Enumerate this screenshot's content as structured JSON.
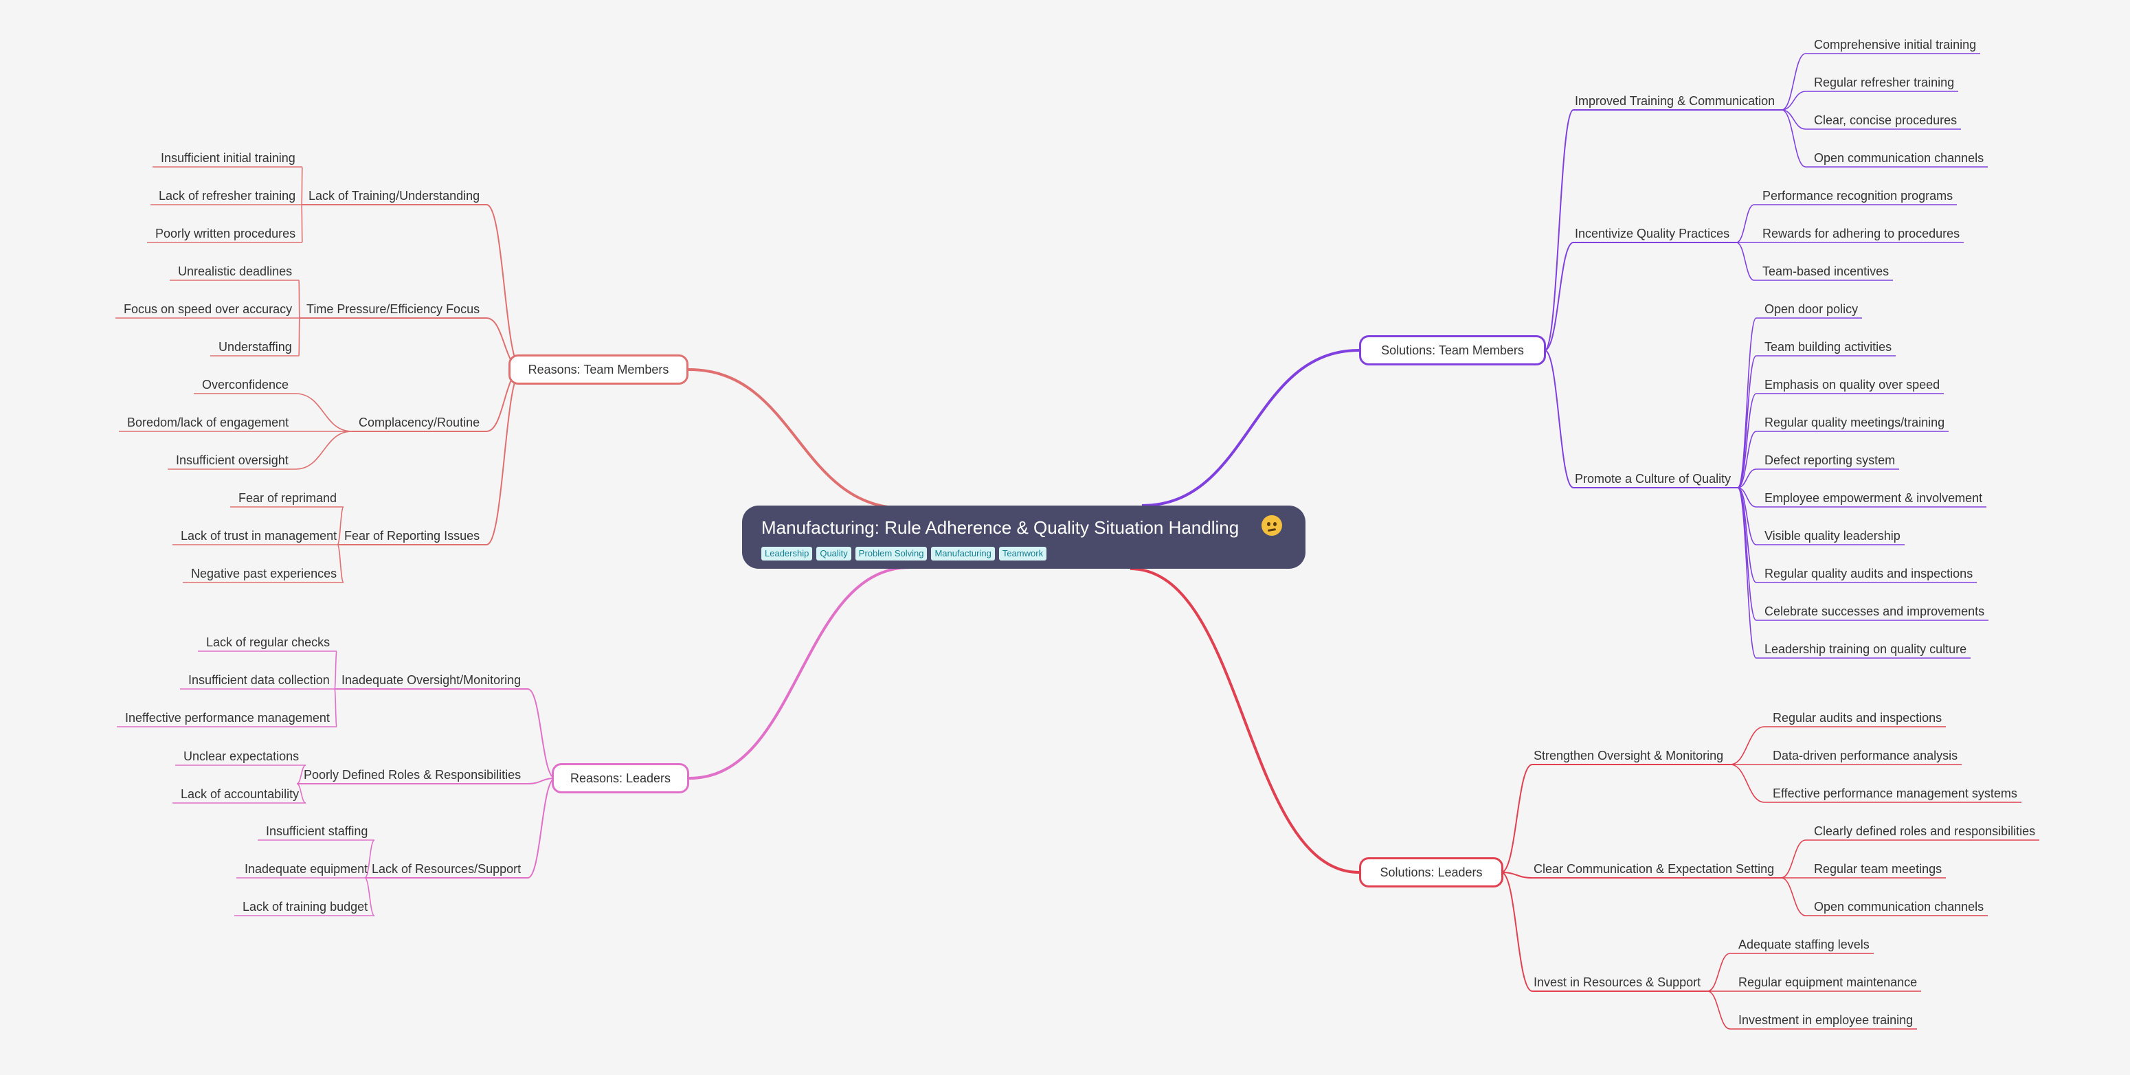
{
  "root": {
    "title": "Manufacturing: Rule Adherence & Quality Situation Handling",
    "emoji": "thinking-face-icon",
    "tags": [
      "Leadership",
      "Quality",
      "Problem Solving",
      "Manufacturing",
      "Teamwork"
    ]
  },
  "branches": {
    "reasons_team": {
      "label": "Reasons: Team Members",
      "color": "#e07070",
      "groups": [
        {
          "label": "Lack of Training/Understanding",
          "items": [
            "Insufficient initial training",
            "Lack of refresher training",
            "Poorly written procedures"
          ]
        },
        {
          "label": "Time Pressure/Efficiency Focus",
          "items": [
            "Unrealistic deadlines",
            "Focus on speed over accuracy",
            "Understaffing"
          ]
        },
        {
          "label": "Complacency/Routine",
          "items": [
            "Overconfidence",
            "Boredom/lack of engagement",
            "Insufficient oversight"
          ]
        },
        {
          "label": "Fear of Reporting Issues",
          "items": [
            "Fear of reprimand",
            "Lack of trust in management",
            "Negative past experiences"
          ]
        }
      ]
    },
    "reasons_leaders": {
      "label": "Reasons: Leaders",
      "color": "#e070c8",
      "groups": [
        {
          "label": "Inadequate Oversight/Monitoring",
          "items": [
            "Lack of regular checks",
            "Insufficient data collection",
            "Ineffective performance management"
          ]
        },
        {
          "label": "Poorly Defined Roles & Responsibilities",
          "items": [
            "Unclear expectations",
            "Lack of accountability"
          ]
        },
        {
          "label": "Lack of Resources/Support",
          "items": [
            "Insufficient staffing",
            "Inadequate equipment",
            "Lack of training budget"
          ]
        }
      ]
    },
    "solutions_team": {
      "label": "Solutions: Team Members",
      "color": "#8040e0",
      "groups": [
        {
          "label": "Improved Training & Communication",
          "items": [
            "Comprehensive initial training",
            "Regular refresher training",
            "Clear, concise procedures",
            "Open communication channels"
          ]
        },
        {
          "label": "Incentivize Quality Practices",
          "items": [
            "Performance recognition programs",
            "Rewards for adhering to procedures",
            "Team-based incentives"
          ]
        },
        {
          "label": "Promote a Culture of Quality",
          "items": [
            "Open door policy",
            "Team building activities",
            "Emphasis on quality over speed",
            "Regular quality meetings/training",
            "Defect reporting system",
            "Employee empowerment & involvement",
            "Visible quality leadership",
            "Regular quality audits and inspections",
            "Celebrate successes and improvements",
            "Leadership training on quality culture"
          ]
        }
      ]
    },
    "solutions_leaders": {
      "label": "Solutions: Leaders",
      "color": "#e04050",
      "groups": [
        {
          "label": "Strengthen Oversight & Monitoring",
          "items": [
            "Regular audits and inspections",
            "Data-driven performance analysis",
            "Effective performance management systems"
          ]
        },
        {
          "label": "Clear Communication & Expectation Setting",
          "items": [
            "Clearly defined roles and responsibilities",
            "Regular team meetings",
            "Open communication channels"
          ]
        },
        {
          "label": "Invest in Resources & Support",
          "items": [
            "Adequate staffing levels",
            "Regular equipment maintenance",
            "Investment in employee training"
          ]
        }
      ]
    }
  }
}
